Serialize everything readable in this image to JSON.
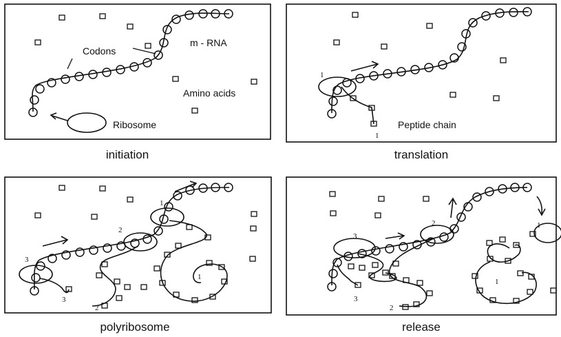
{
  "panels": [
    {
      "caption": "initiation",
      "labels": {
        "codons": "Codons",
        "mrna": "m - RNA",
        "amino": "Amino acids",
        "ribosome": "Ribosome"
      }
    },
    {
      "caption": "translation",
      "labels": {
        "peptide": "Peptide chain",
        "r1": "1",
        "p1": "1"
      }
    },
    {
      "caption": "polyribosome",
      "labels": {
        "r1": "1",
        "r2": "2",
        "r3": "3",
        "p1": "1",
        "p2": "2",
        "p3": "3"
      }
    },
    {
      "caption": "release",
      "labels": {
        "r1": "1",
        "r2": "2",
        "r3": "3",
        "p1": "1",
        "p2": "2",
        "p3": "3"
      }
    }
  ]
}
